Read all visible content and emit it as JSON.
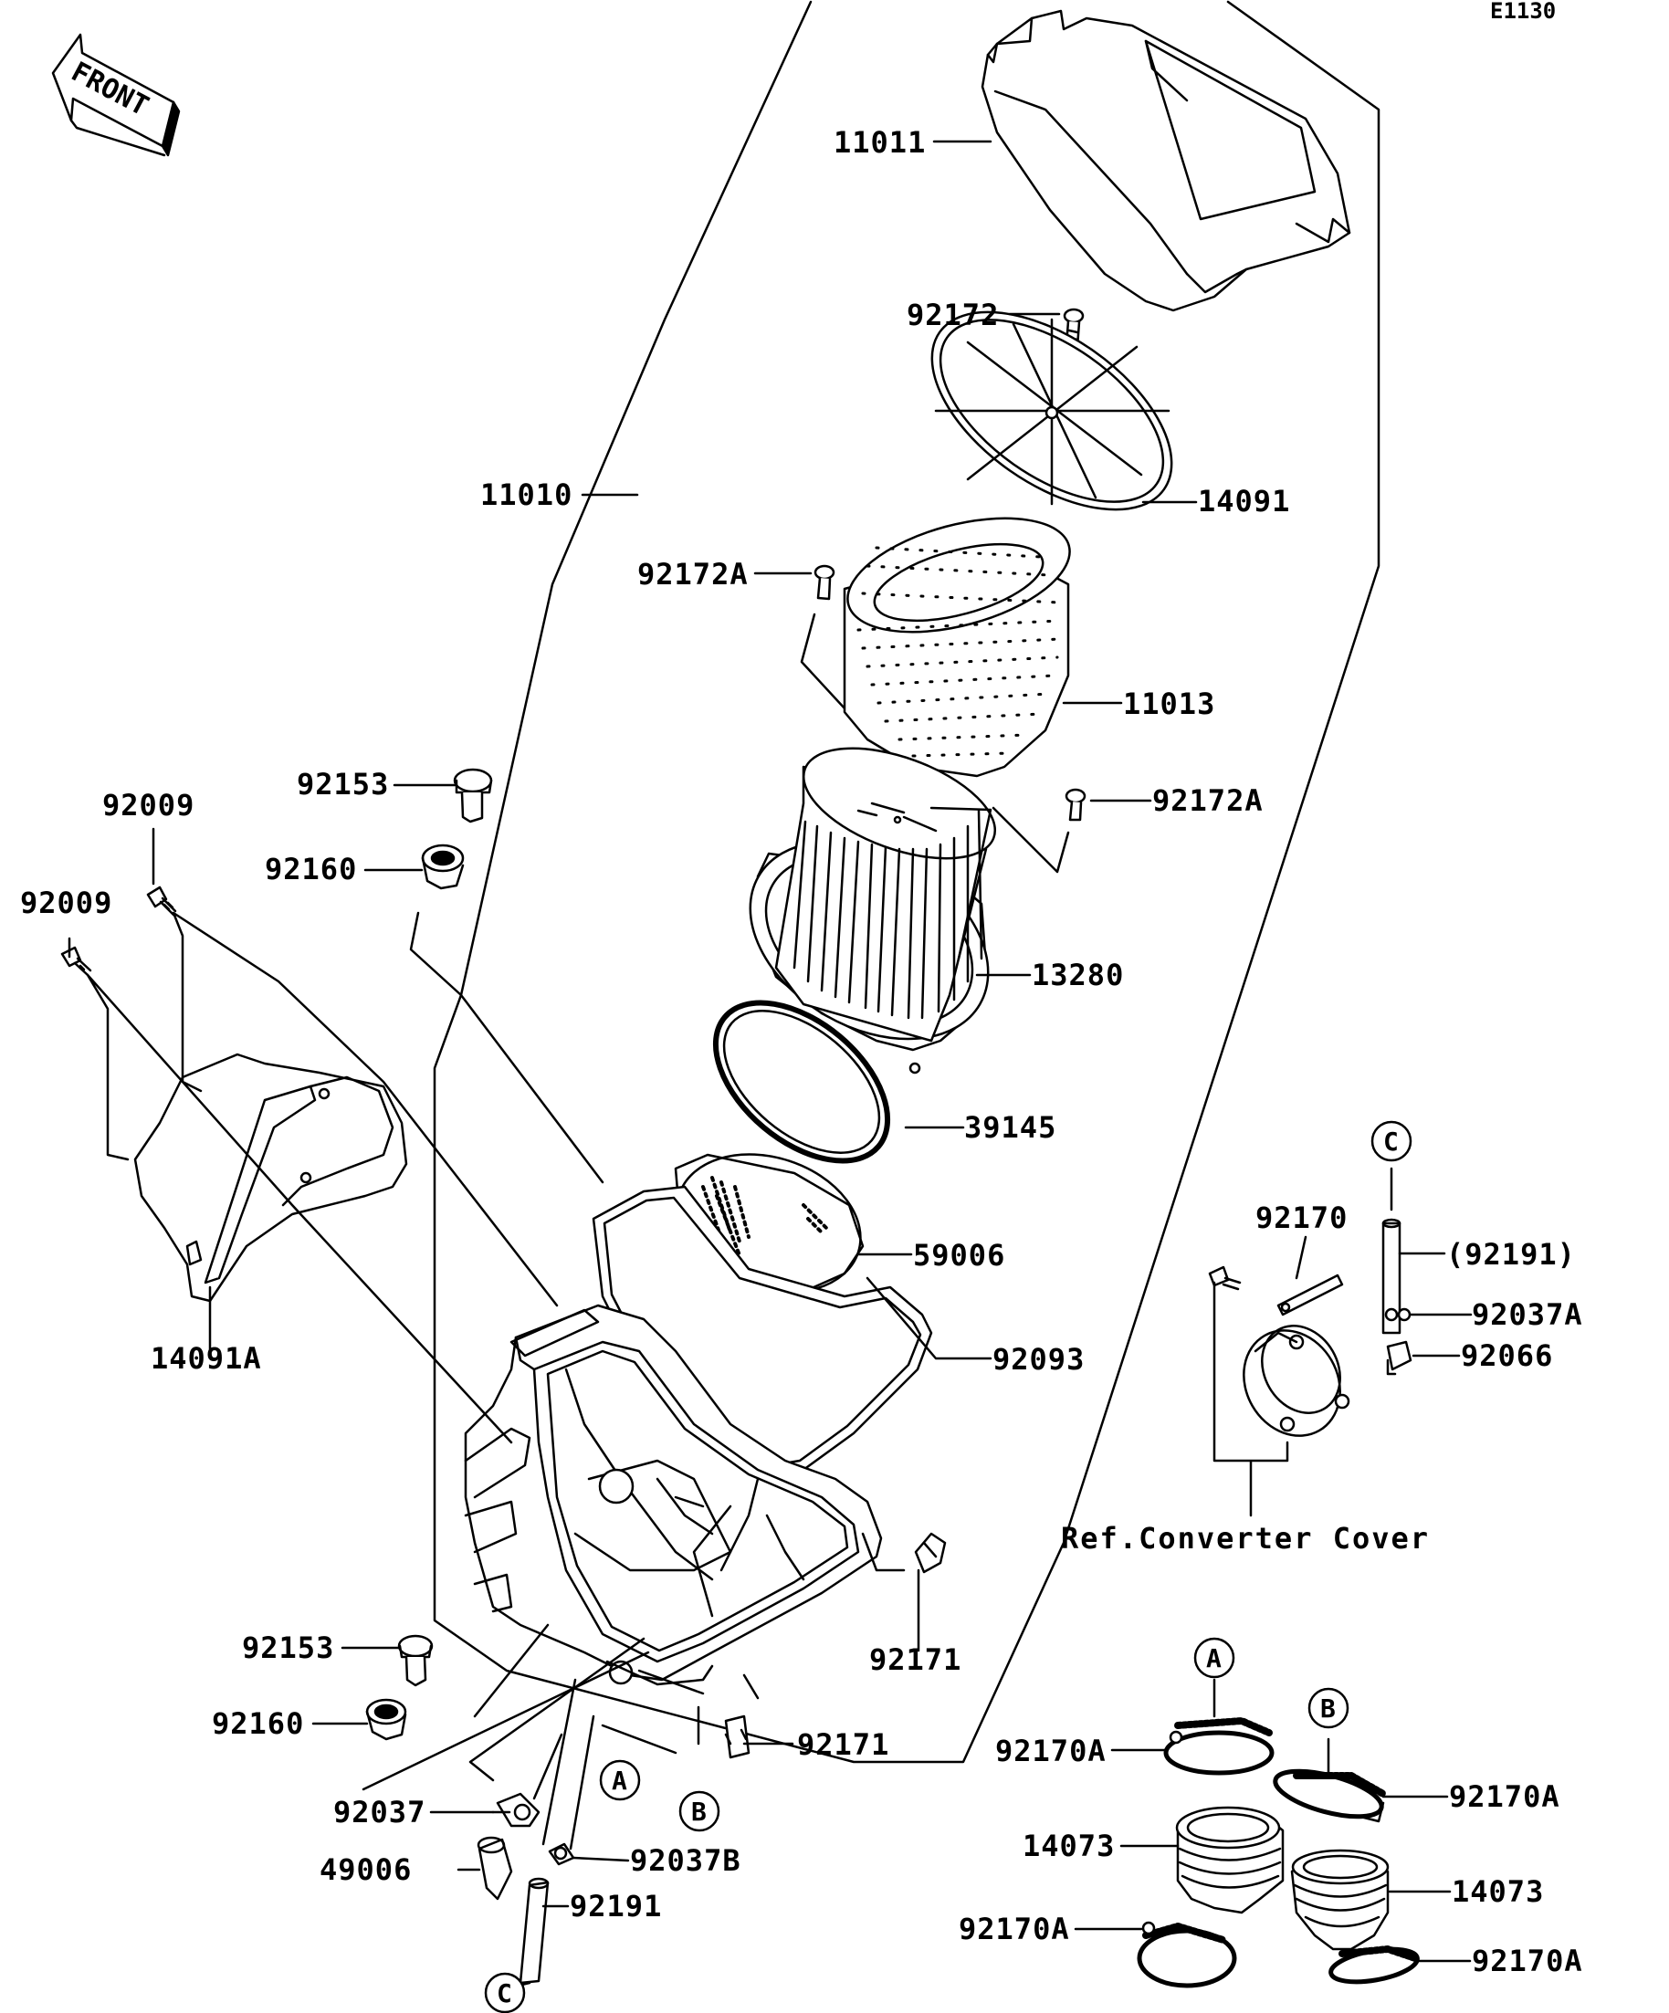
{
  "diagram": {
    "code": "E1130",
    "front_label": "FRONT",
    "ref_label": "Ref.Converter Cover",
    "bubbles": [
      "A",
      "B",
      "C"
    ],
    "parts": [
      {
        "id": "p11011",
        "label": "11011"
      },
      {
        "id": "p92172",
        "label": "92172"
      },
      {
        "id": "p14091",
        "label": "14091"
      },
      {
        "id": "p11010",
        "label": "11010"
      },
      {
        "id": "p92172A_1",
        "label": "92172A"
      },
      {
        "id": "p11013",
        "label": "11013"
      },
      {
        "id": "p92153_1",
        "label": "92153"
      },
      {
        "id": "p92009_1",
        "label": "92009"
      },
      {
        "id": "p92172A_2",
        "label": "92172A"
      },
      {
        "id": "p92160_1",
        "label": "92160"
      },
      {
        "id": "p92009_2",
        "label": "92009"
      },
      {
        "id": "p13280",
        "label": "13280"
      },
      {
        "id": "p39145",
        "label": "39145"
      },
      {
        "id": "p92170",
        "label": "92170"
      },
      {
        "id": "p92191_ref",
        "label": "(92191)"
      },
      {
        "id": "p59006",
        "label": "59006"
      },
      {
        "id": "p92037A",
        "label": "92037A"
      },
      {
        "id": "p14091A",
        "label": "14091A"
      },
      {
        "id": "p92093",
        "label": "92093"
      },
      {
        "id": "p92066",
        "label": "92066"
      },
      {
        "id": "p92153_2",
        "label": "92153"
      },
      {
        "id": "p92171_1",
        "label": "92171"
      },
      {
        "id": "p92160_2",
        "label": "92160"
      },
      {
        "id": "p92171_2",
        "label": "92171"
      },
      {
        "id": "p92170A_1",
        "label": "92170A"
      },
      {
        "id": "p92170A_2",
        "label": "92170A"
      },
      {
        "id": "p92037",
        "label": "92037"
      },
      {
        "id": "p14073_1",
        "label": "14073"
      },
      {
        "id": "p49006",
        "label": "49006"
      },
      {
        "id": "p92037B",
        "label": "92037B"
      },
      {
        "id": "p14073_2",
        "label": "14073"
      },
      {
        "id": "p92191",
        "label": "92191"
      },
      {
        "id": "p92170A_3",
        "label": "92170A"
      },
      {
        "id": "p92170A_4",
        "label": "92170A"
      }
    ]
  }
}
